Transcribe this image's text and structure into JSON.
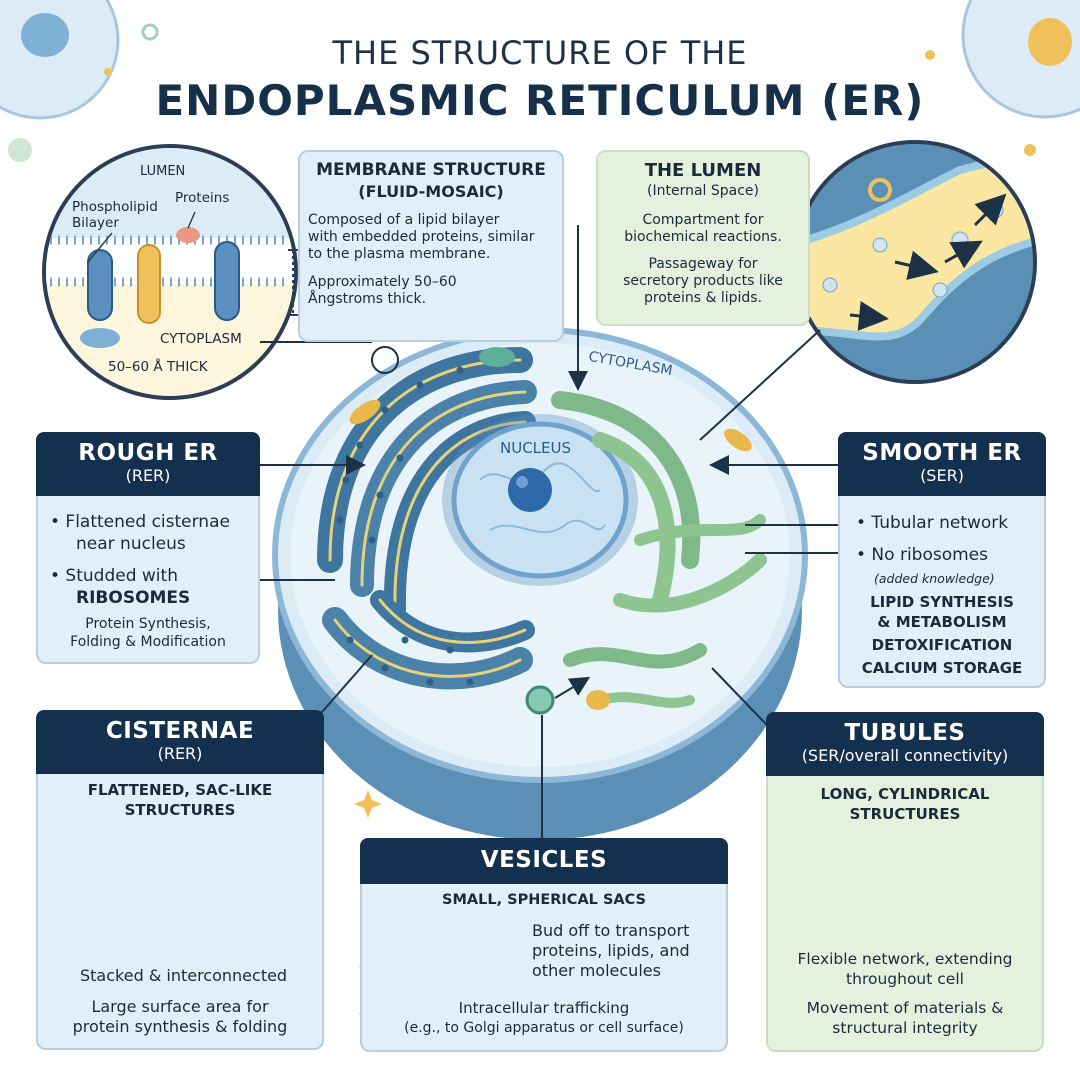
{
  "title": {
    "line1": "THE STRUCTURE OF THE",
    "line2": "ENDOPLASMIC RETICULUM (ER)"
  },
  "membrane_inset": {
    "lumen_label": "LUMEN",
    "phospholipid_label_1": "Phospholipid",
    "phospholipid_label_2": "Bilayer",
    "proteins_label": "Proteins",
    "cytoplasm_label": "CYTOPLASM",
    "thickness_label": "50–60 Å THICK"
  },
  "membrane_panel": {
    "title_1": "MEMBRANE STRUCTURE",
    "title_2": "(FLUID-MOSAIC)",
    "body_1": "Composed of a lipid bilayer",
    "body_2": "with embedded proteins, similar",
    "body_3": "to the plasma membrane.",
    "thick_1": "Approximately 50–60",
    "thick_2": "Ångstroms thick."
  },
  "lumen_panel": {
    "title": "THE LUMEN",
    "subtitle": "(Internal Space)",
    "body_1": "Compartment for",
    "body_2": "biochemical reactions.",
    "body_3": "Passageway for",
    "body_4": "secretory products like",
    "body_5": "proteins & lipids."
  },
  "cell": {
    "nucleus_label": "NUCLEUS",
    "cytoplasm_label": "CYTOPLASM"
  },
  "rough_er": {
    "title": "ROUGH ER",
    "subtitle": "(RER)",
    "bullet1_1": "• Flattened cisternae",
    "bullet1_2": "near nucleus",
    "bullet2_1": "• Studded with",
    "bullet2_2": "RIBOSOMES",
    "func_1": "Protein Synthesis,",
    "func_2": "Folding & Modification"
  },
  "smooth_er": {
    "title": "SMOOTH ER",
    "subtitle": "(SER)",
    "bullet1": "• Tubular network",
    "bullet2": "• No ribosomes",
    "note": "(added knowledge)",
    "func_1": "LIPID SYNTHESIS",
    "func_2": "& METABOLISM",
    "func_3": "DETOXIFICATION",
    "func_4": "CALCIUM STORAGE"
  },
  "cisternae": {
    "title": "CISTERNAE",
    "subtitle": "(RER)",
    "desc_1": "FLATTENED, SAC-LIKE",
    "desc_2": "STRUCTURES",
    "stacked": "Stacked & interconnected",
    "surface_1": "Large surface area for",
    "surface_2": "protein synthesis & folding"
  },
  "vesicles": {
    "title": "VESICLES",
    "desc": "SMALL, SPHERICAL SACS",
    "bud_1": "Bud off to transport",
    "bud_2": "proteins, lipids, and",
    "bud_3": "other molecules",
    "traffic_1": "Intracellular trafficking",
    "traffic_2": "(e.g., to Golgi apparatus or cell surface)"
  },
  "tubules": {
    "title": "TUBULES",
    "subtitle": "(SER/overall connectivity)",
    "desc_1": "LONG, CYLINDRICAL",
    "desc_2": "STRUCTURES",
    "flex_1": "Flexible network, extending",
    "flex_2": "throughout cell",
    "move_1": "Movement of materials &",
    "move_2": "structural integrity"
  },
  "colors": {
    "navy": "#14304f",
    "panel_blue": "#e3eff8",
    "panel_green": "#e4f1df",
    "er_blue": "#4f86a8",
    "er_green": "#8ec48f",
    "ribosome": "#e6b94a"
  }
}
